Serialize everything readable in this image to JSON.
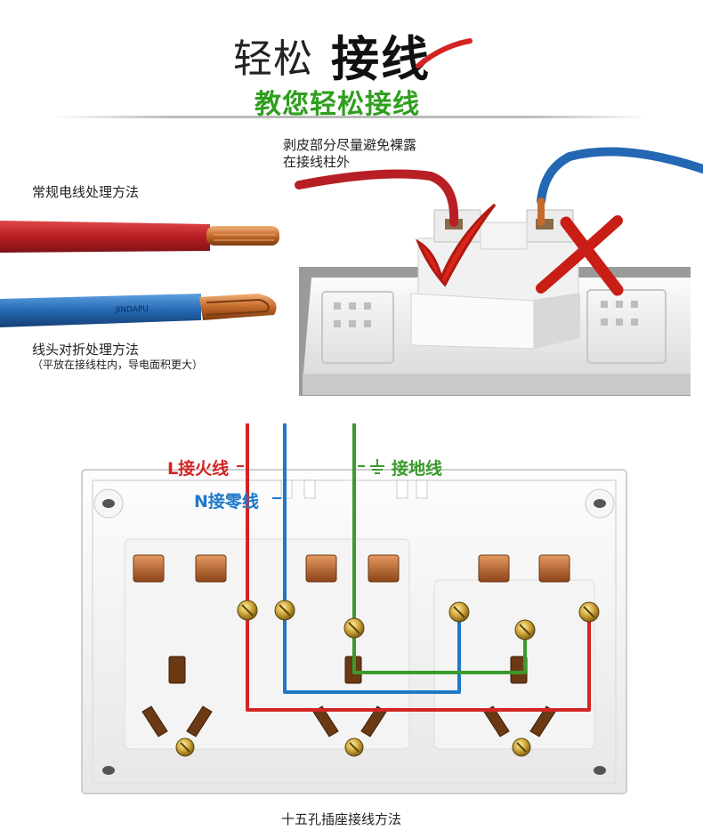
{
  "header": {
    "title_light": "轻松",
    "title_bold": "接线",
    "subtitle": "教您轻松接线"
  },
  "captions": {
    "standard": "常规电线处理方法",
    "folded": "线头对折处理方法",
    "folded_note": "（平放在接线柱内，导电面积更大）",
    "strip_note_line1": "剥皮部分尽量避免裸露",
    "strip_note_line2": "在接线柱外",
    "wire_print": "JINDAPU"
  },
  "wiring": {
    "live_label": "L接火线",
    "neutral_label": "N接零线",
    "earth_label": "接地线",
    "footer": "十五孔插座接线方法"
  },
  "colors": {
    "live": "#d32424",
    "neutral": "#1f78c8",
    "earth": "#3a9a2c",
    "check": "#d8261c",
    "cross": "#c81e16"
  },
  "icons": [
    "check-mark-icon",
    "cross-mark-icon",
    "earth-symbol-icon"
  ]
}
